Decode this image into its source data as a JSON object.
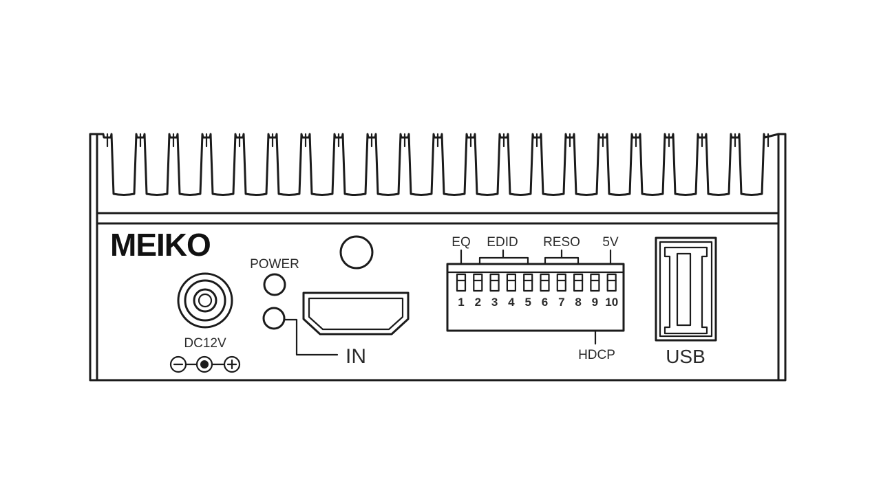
{
  "brand": "MEIKO",
  "labels": {
    "power": "POWER",
    "input": "IN",
    "dc": "DC12V",
    "usb": "USB",
    "hdcp": "HDCP"
  },
  "dip_groups": [
    {
      "label": "EQ"
    },
    {
      "label": "EDID"
    },
    {
      "label": "RESO"
    },
    {
      "label": "5V"
    }
  ],
  "dip_numbers": [
    "1",
    "2",
    "3",
    "4",
    "5",
    "6",
    "7",
    "8",
    "9",
    "10"
  ],
  "colors": {
    "line": "#1b1b1b",
    "power_label": "#4a6a8a",
    "dc_label": "#7a3a2a",
    "hdcp_label": "#7a3a2a"
  },
  "icons": {
    "polarity_negative": "minus-circle-icon",
    "polarity_center": "center-pin-icon",
    "polarity_positive": "plus-circle-icon"
  }
}
